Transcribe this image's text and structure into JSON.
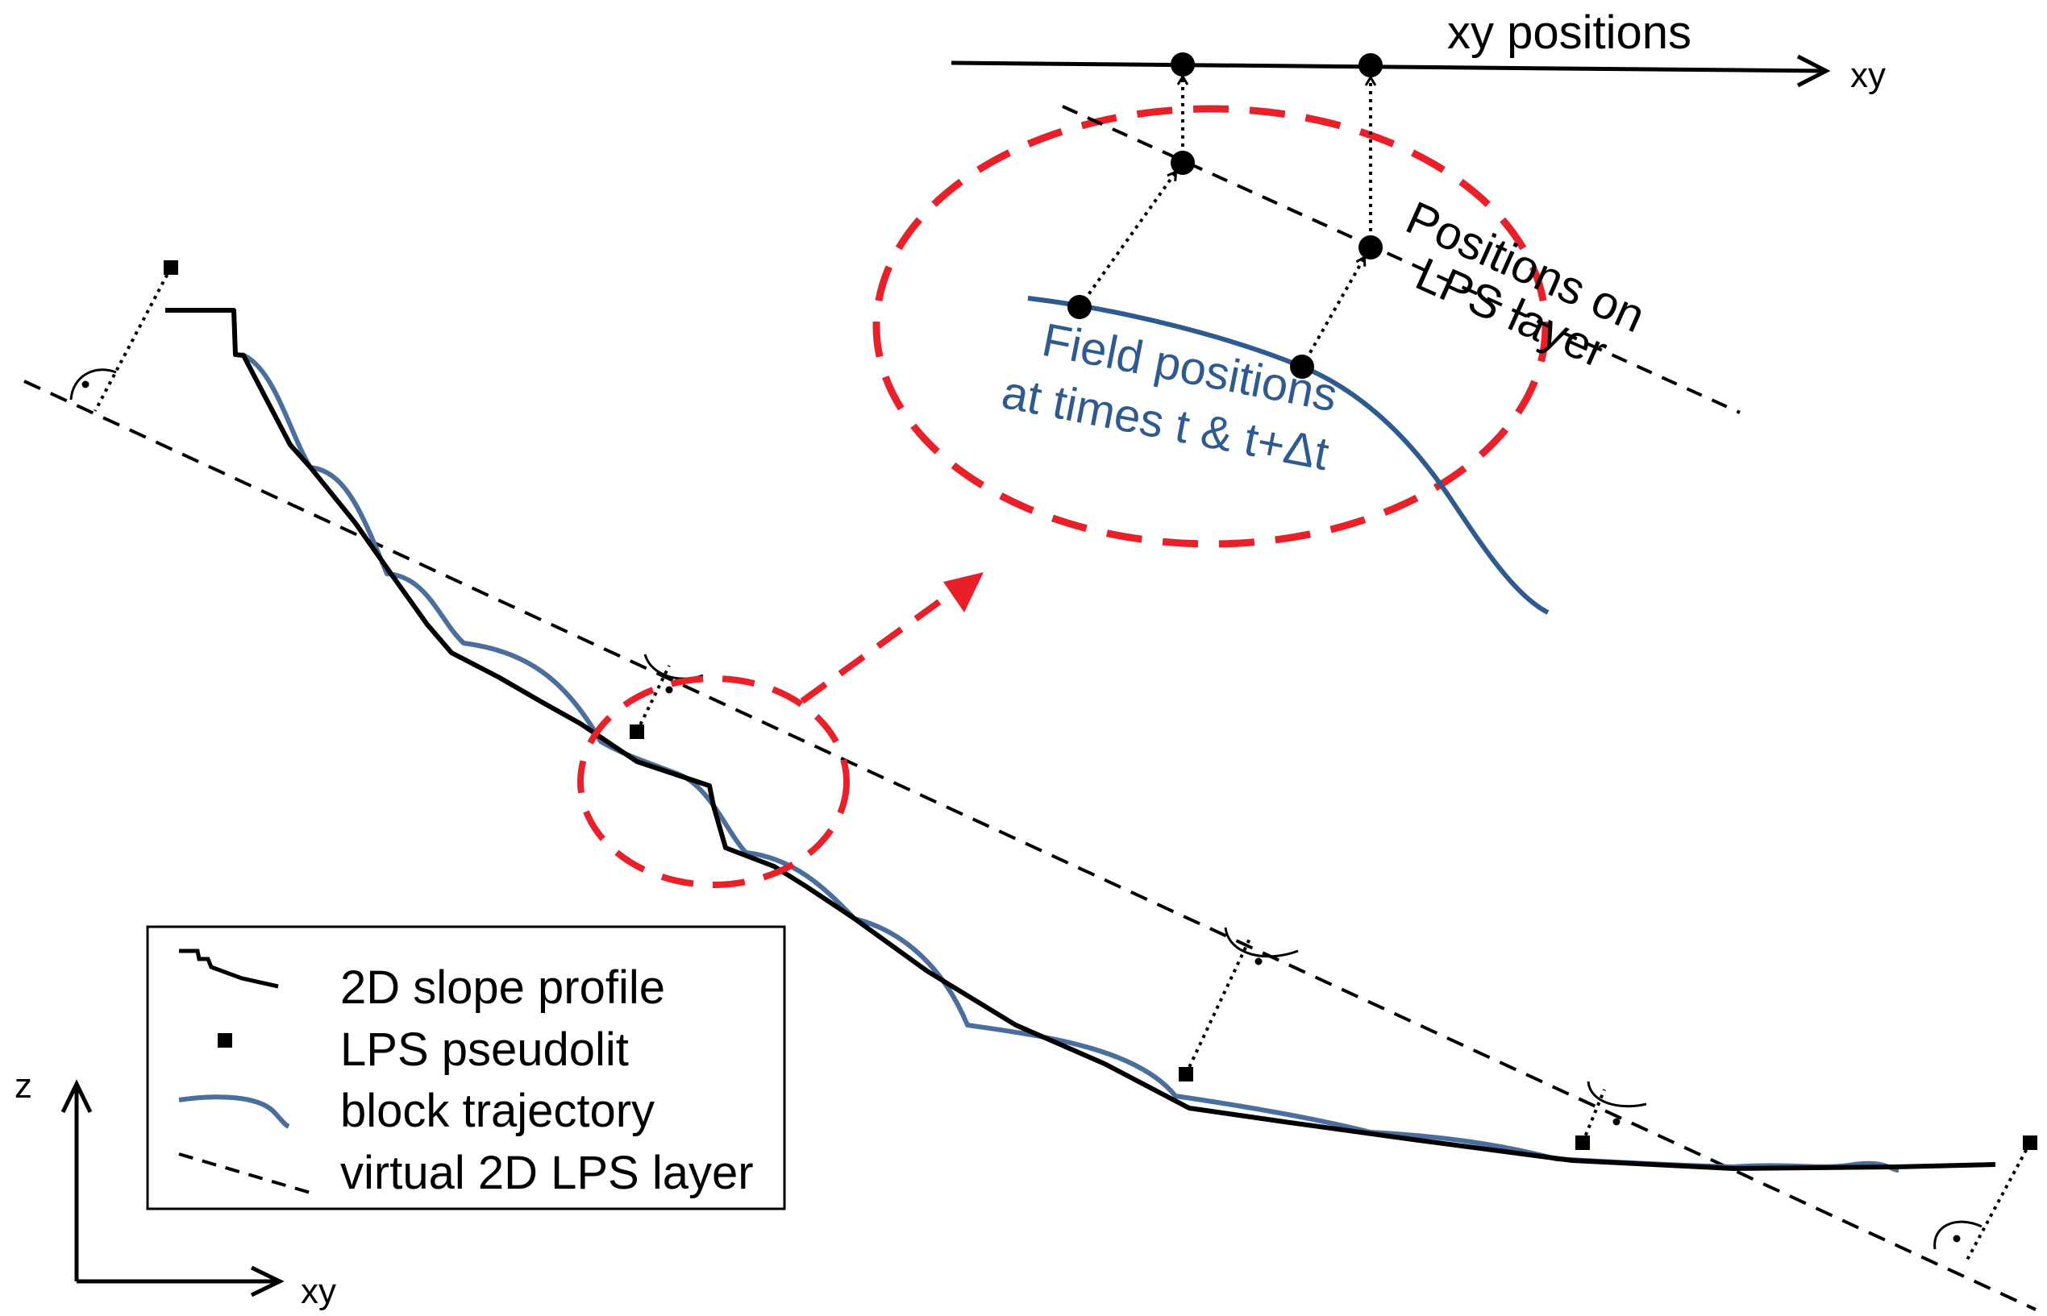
{
  "colors": {
    "profile": "#000000",
    "trajectory": "#4a6f9c",
    "highlight": "#e8202a",
    "text_blue": "#2f5a8f"
  },
  "top_axis": {
    "title": "xy positions",
    "end_label": "xy"
  },
  "inset": {
    "lps_label_line1": "Positions on",
    "lps_label_line2": "LPS layer",
    "field_label_line1": "Field positions",
    "field_label_line2": "at times t &  t+Δt"
  },
  "axes": {
    "z_label": "z",
    "xy_label": "xy"
  },
  "legend": {
    "items": [
      {
        "key": "profile",
        "label": "2D slope profile",
        "icon": "black-line-icon"
      },
      {
        "key": "pseudolit",
        "label": "LPS pseudolit",
        "icon": "black-square-icon"
      },
      {
        "key": "trajectory",
        "label": "block trajectory",
        "icon": "blue-curve-icon"
      },
      {
        "key": "layer",
        "label": "virtual 2D LPS layer",
        "icon": "dashed-line-icon"
      }
    ]
  }
}
